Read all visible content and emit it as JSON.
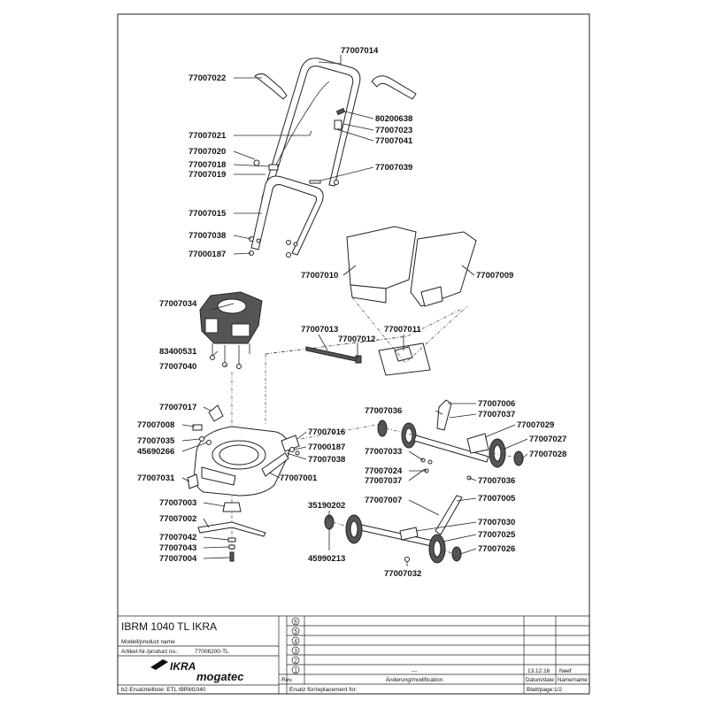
{
  "parts": {
    "p77007014": "77007014",
    "p77007022": "77007022",
    "p80200638": "80200638",
    "p77007023": "77007023",
    "p77007041": "77007041",
    "p77007021": "77007021",
    "p77007020": "77007020",
    "p77007018": "77007018",
    "p77007019": "77007019",
    "p77007039": "77007039",
    "p77007015": "77007015",
    "p77007038a": "77007038",
    "p77000187a": "77000187",
    "p77007010": "77007010",
    "p77007009": "77007009",
    "p77007034": "77007034",
    "p77007013": "77007013",
    "p77007012": "77007012",
    "p77007011": "77007011",
    "p83400531": "83400531",
    "p77007040": "77007040",
    "p77007017": "77007017",
    "p77007008": "77007008",
    "p77007035": "77007035",
    "p45690266": "45690266",
    "p77007016": "77007016",
    "p77000187b": "77000187",
    "p77007038b": "77007038",
    "p77007031": "77007031",
    "p77007001": "77007001",
    "p77007006": "77007006",
    "p77007036a": "77007036",
    "p77007037a": "77007037",
    "p77007029": "77007029",
    "p77007027": "77007027",
    "p77007028": "77007028",
    "p77007033": "77007033",
    "p77007024": "77007024",
    "p77007037b": "77007037",
    "p77007036b": "77007036",
    "p77007007": "77007007",
    "p77007005": "77007005",
    "p77007003": "77007003",
    "p77007002": "77007002",
    "p35190202": "35190202",
    "p77007030": "77007030",
    "p77007042": "77007042",
    "p77007043": "77007043",
    "p77007025": "77007025",
    "p77007004": "77007004",
    "p45990213": "45990213",
    "p77007026": "77007026",
    "p77007032": "77007032"
  },
  "title_block": {
    "model": "IBRM 1040 TL IKRA",
    "model_label": "Modell/product name",
    "article_label": "Artikel-Nr./product no.:",
    "article_no": "77006200-TL",
    "logo_ikra": "IKRA",
    "logo_mogatec": "mogatec",
    "parts_list": "b2-Ersatzteilliste:  ETL IBRM1040",
    "rev_numbers": [
      "6",
      "5",
      "4",
      "3",
      "2",
      "1"
    ],
    "dashes": "---",
    "date": "13.12.16",
    "author": "Neef",
    "rev_label": "Rev.",
    "change_label": "Änderung/modification",
    "date_label": "Datum/date",
    "name_label": "Name/name",
    "replace_label": "Ersatz für/replacement for:",
    "sheet_label": "Blatt/page:",
    "sheet_value": "1/2"
  }
}
